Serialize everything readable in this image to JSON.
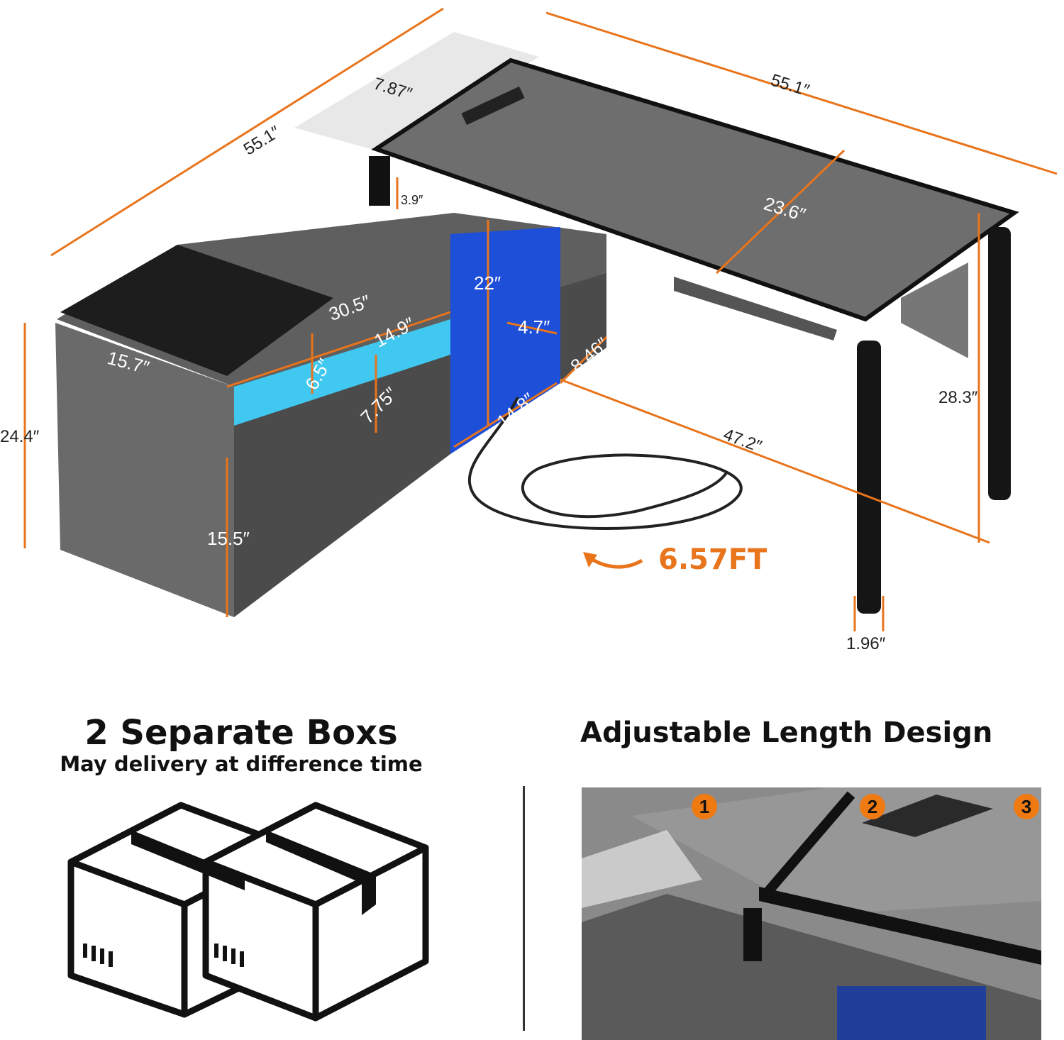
{
  "colors": {
    "accent": "#e8741c",
    "wood": "#6b6b6b",
    "led": "#2f8cff"
  },
  "dimensions": {
    "cabinet_depth_side": "55.1″",
    "desk_length": "55.1″",
    "slide_offset": "7.87″",
    "riser_height": "3.9″",
    "desk_depth": "23.6″",
    "cabinet_top_length": "30.5″",
    "open_shelf_width": "14.9″",
    "open_shelf_height": "6.5″",
    "seat_width": "15.7″",
    "drawer_height": "7.75″",
    "cabinet_height": "24.4″",
    "door_height": "15.5″",
    "cubby_height": "22″",
    "cubby_width": "14.8″",
    "socket_width": "4.7″",
    "side_depth": "8.46″",
    "desk_span": "47.2″",
    "desk_height": "28.3″",
    "leg_width": "1.96″",
    "cable_length": "6.57FT"
  },
  "boxes": {
    "title": "2 Separate Boxs",
    "subtitle": "May delivery at difference time"
  },
  "adjustable": {
    "title": "Adjustable Length Design",
    "steps": [
      "1",
      "2",
      "3"
    ]
  }
}
